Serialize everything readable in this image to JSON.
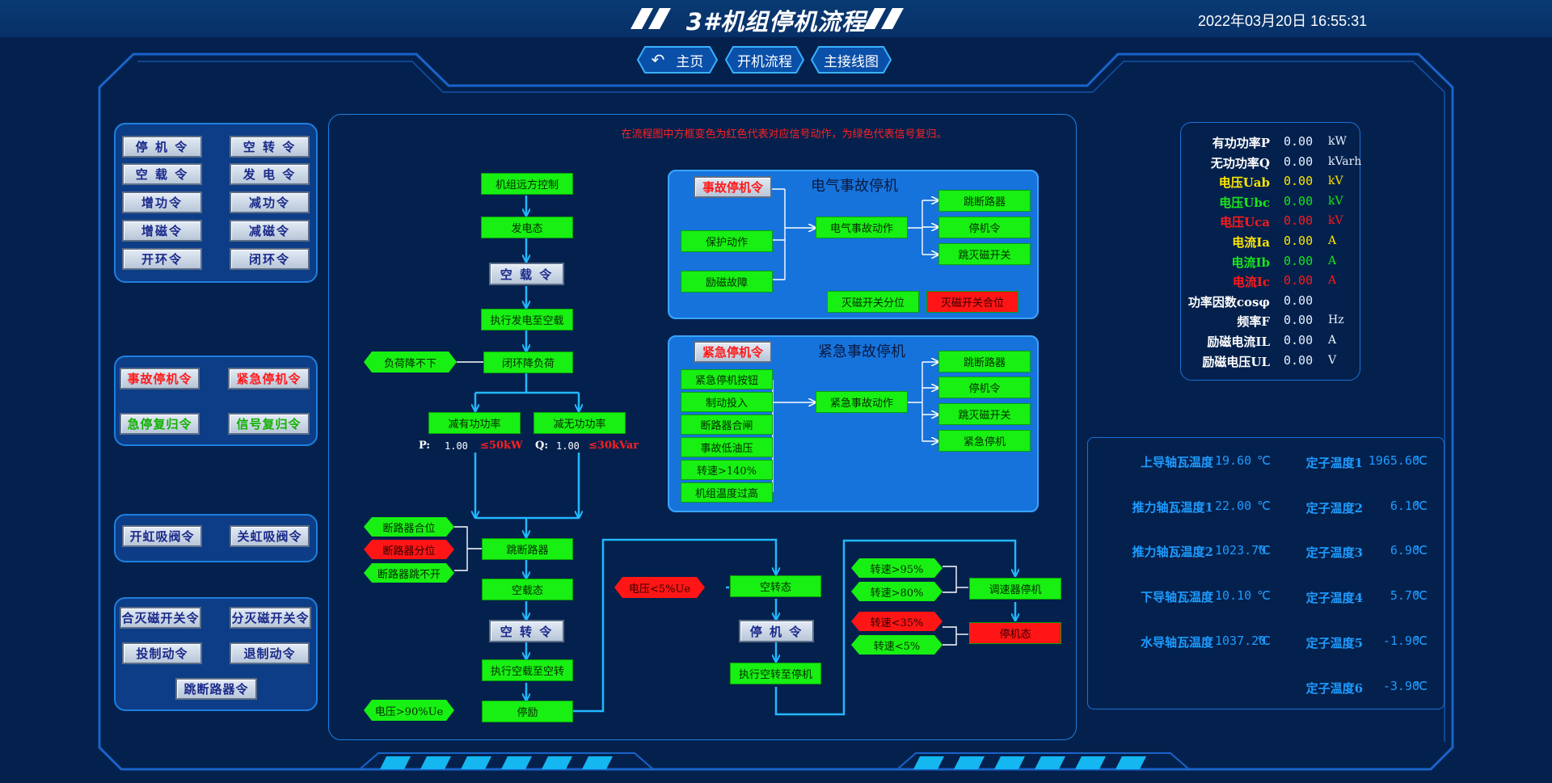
{
  "header": {
    "title": "3#机组停机流程",
    "datetime": "2022年03月20日  16:55:31"
  },
  "nav": {
    "home": "主页",
    "start_flow": "开机流程",
    "main_wiring": "主接线图"
  },
  "commands": {
    "group1": [
      "停 机 令",
      "空 转 令",
      "空 载 令",
      "发 电 令",
      "增功令",
      "减功令",
      "增磁令",
      "减磁令",
      "开环令",
      "闭环令"
    ],
    "group2": [
      "事故停机令",
      "紧急停机令",
      "急停复归令",
      "信号复归令"
    ],
    "group3": [
      "开虹吸阀令",
      "关虹吸阀令"
    ],
    "group4": [
      "合灭磁开关令",
      "分灭磁开关令",
      "投制动令",
      "退制动令",
      "跳断路器令"
    ]
  },
  "flow": {
    "note": "在流程图中方框变色为红色代表对应信号动作，为绿色代表信号复归。",
    "remote_control": "机组远方控制",
    "gen_state": "发电态",
    "noload_cmd": "空 载 令",
    "exec_gen_noload": "执行发电至空载",
    "openloop_reduce": "闭环降负荷",
    "load_not_down": "负荷降不下",
    "reduce_p": "减有功功率",
    "reduce_q": "减无功功率",
    "p_label": "P:",
    "p_value": "1.00",
    "p_limit": "≤50kW",
    "q_label": "Q:",
    "q_value": "1.00",
    "q_limit": "≤30kVar",
    "breaker_closed": "断路器合位",
    "breaker_open": "断路器分位",
    "breaker_not_trip": "断路器跳不开",
    "trip_breaker": "跳断路器",
    "noload_state": "空载态",
    "idle_cmd": "空 转 令",
    "exec_noload_idle": "执行空载至空转",
    "voltage_gt90": "电压>90%Ue",
    "deexcite": "停励",
    "voltage_lt5": "电压<5%Ue",
    "idle_state": "空转态",
    "stop_cmd": "停 机 令",
    "exec_idle_stop": "执行空转至停机",
    "speed_gt95": "转速>95%",
    "speed_gt80": "转速>80%",
    "speed_lt35": "转速<35%",
    "speed_lt5": "转速<5%",
    "governor_stop": "调速器停机",
    "stop_state": "停机态"
  },
  "electric_fault": {
    "title": "电气事故停机",
    "cmd": "事故停机令",
    "protection": "保护动作",
    "excitation_fault": "励磁故障",
    "action": "电气事故动作",
    "out": [
      "跳断路器",
      "停机令",
      "跳灭磁开关"
    ],
    "fmsw_open": "灭磁开关分位",
    "fmsw_closed": "灭磁开关合位"
  },
  "emergency": {
    "title": "紧急事故停机",
    "cmd": "紧急停机令",
    "inputs": [
      "紧急停机按钮",
      "制动投入",
      "断路器合闸",
      "事故低油压",
      "转速>140%",
      "机组温度过高"
    ],
    "action": "紧急事故动作",
    "out": [
      "跳断路器",
      "停机令",
      "跳灭磁开关",
      "紧急停机"
    ]
  },
  "measure": [
    {
      "label": "有功功率P",
      "value": "0.00",
      "unit": "kW",
      "color": "#ffffff"
    },
    {
      "label": "无功功率Q",
      "value": "0.00",
      "unit": "kVarh",
      "color": "#ffffff"
    },
    {
      "label": "电压Uab",
      "value": "0.00",
      "unit": "kV",
      "color": "#ffe600"
    },
    {
      "label": "电压Ubc",
      "value": "0.00",
      "unit": "kV",
      "color": "#19e619"
    },
    {
      "label": "电压Uca",
      "value": "0.00",
      "unit": "kV",
      "color": "#ff1a1a"
    },
    {
      "label": "电流Ia",
      "value": "0.00",
      "unit": "A",
      "color": "#ffe600"
    },
    {
      "label": "电流Ib",
      "value": "0.00",
      "unit": "A",
      "color": "#19e619"
    },
    {
      "label": "电流Ic",
      "value": "0.00",
      "unit": "A",
      "color": "#ff1a1a"
    },
    {
      "label": "功率因数cosφ",
      "value": "0.00",
      "unit": "",
      "color": "#ffffff"
    },
    {
      "label": "频率F",
      "value": "0.00",
      "unit": "Hz",
      "color": "#ffffff"
    },
    {
      "label": "励磁电流IL",
      "value": "0.00",
      "unit": "A",
      "color": "#ffffff"
    },
    {
      "label": "励磁电压UL",
      "value": "0.00",
      "unit": "V",
      "color": "#ffffff"
    }
  ],
  "temps_left": [
    {
      "label": "上导轴瓦温度",
      "value": "19.60",
      "unit": "℃"
    },
    {
      "label": "推力轴瓦温度1",
      "value": "22.00",
      "unit": "℃"
    },
    {
      "label": "推力轴瓦温度2",
      "value": "1023.70",
      "unit": "℃"
    },
    {
      "label": "下导轴瓦温度",
      "value": "10.10",
      "unit": "℃"
    },
    {
      "label": "水导轴瓦温度",
      "value": "1037.20",
      "unit": "℃"
    }
  ],
  "temps_right": [
    {
      "label": "定子温度1",
      "value": "1965.60",
      "unit": "℃"
    },
    {
      "label": "定子温度2",
      "value": "6.10",
      "unit": "℃"
    },
    {
      "label": "定子温度3",
      "value": "6.90",
      "unit": "℃"
    },
    {
      "label": "定子温度4",
      "value": "5.70",
      "unit": "℃"
    },
    {
      "label": "定子温度5",
      "value": "-1.90",
      "unit": "℃"
    },
    {
      "label": "定子温度6",
      "value": "-3.90",
      "unit": "℃"
    }
  ],
  "colors": {
    "bg": "#04214d",
    "accent": "#1e7fe0",
    "signal_on": "#17f012",
    "signal_alarm": "#ff1515"
  }
}
